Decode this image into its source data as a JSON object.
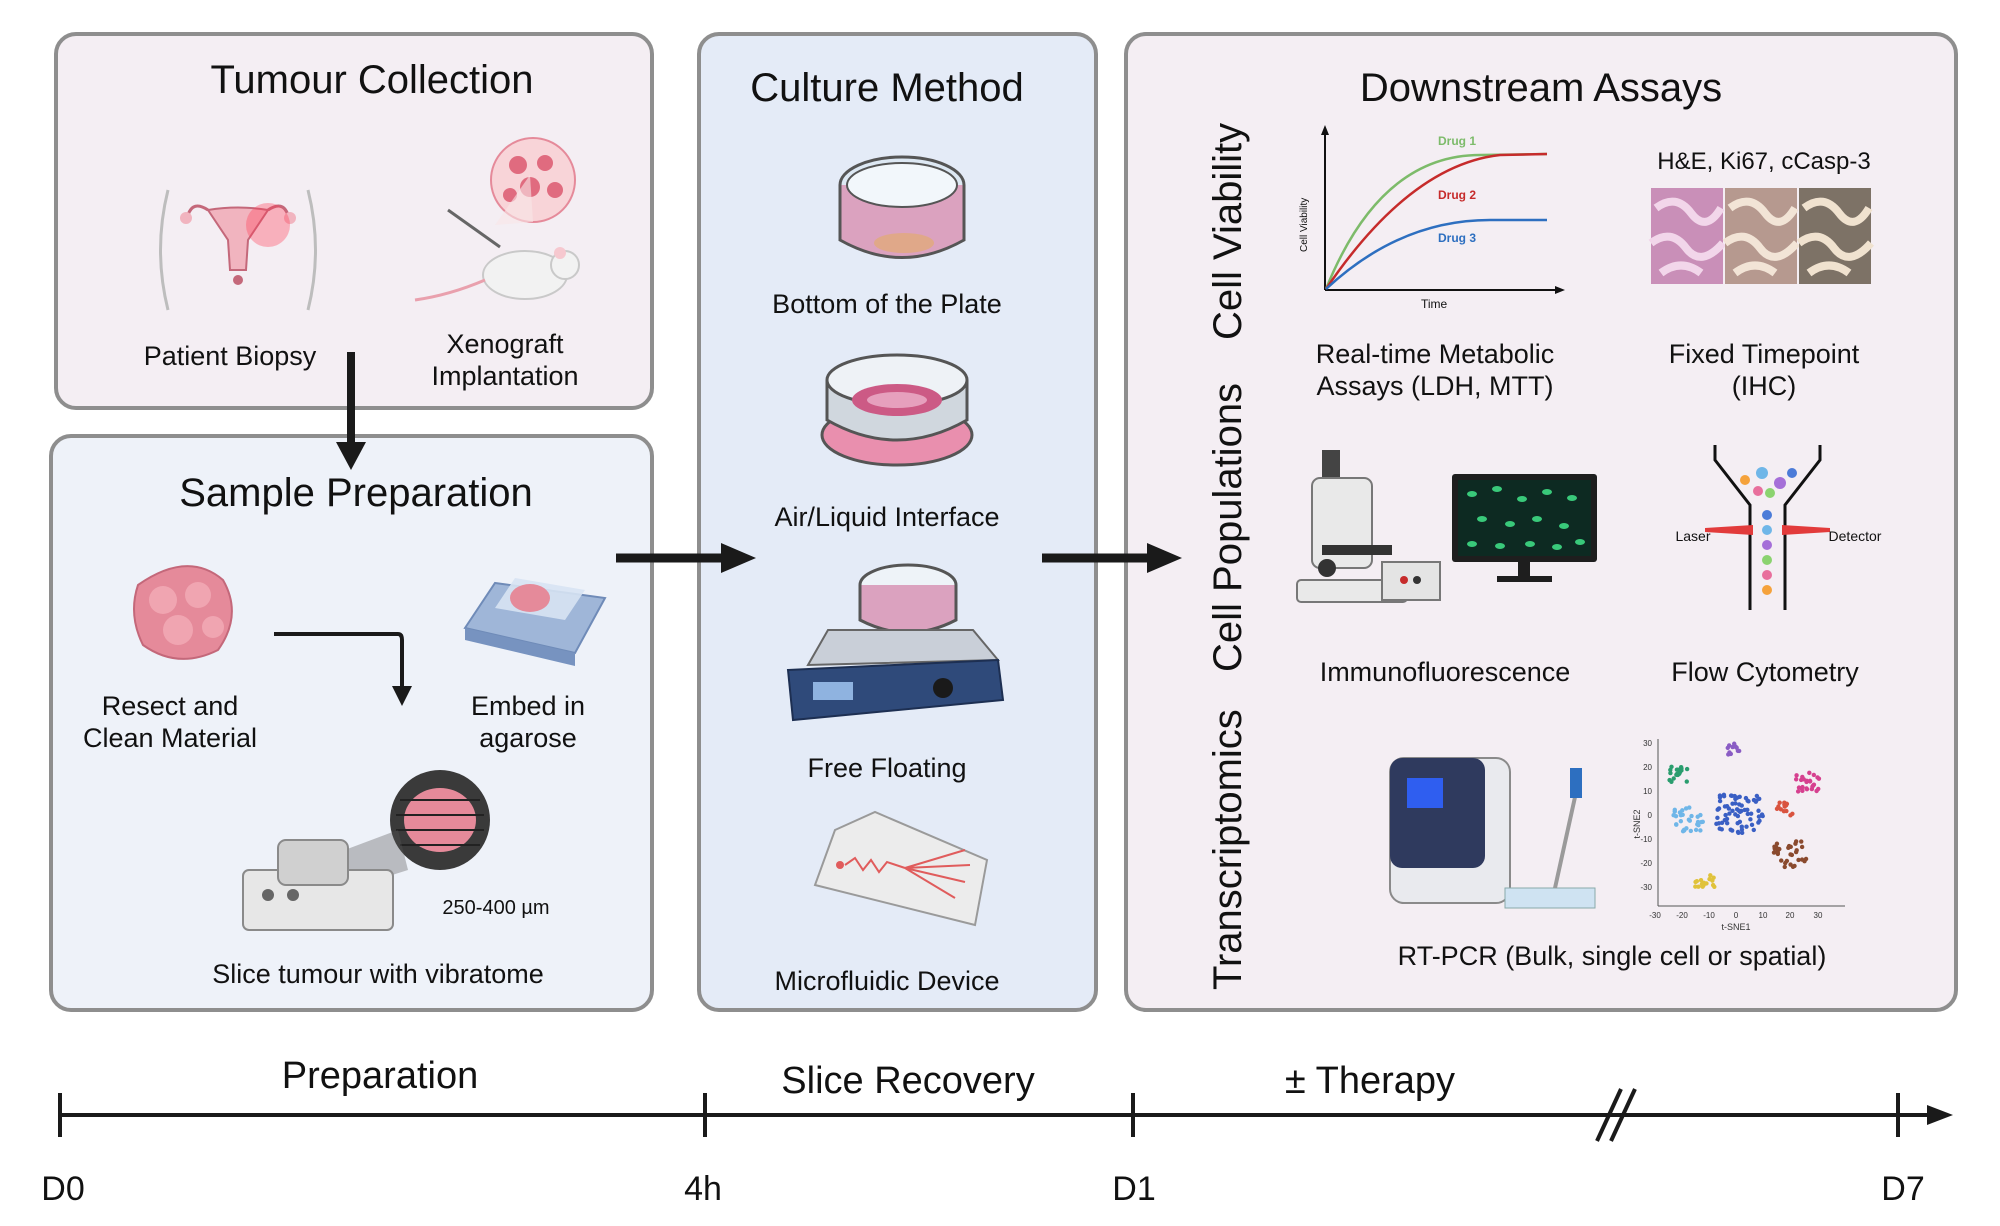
{
  "panels": {
    "tumour_collection": {
      "title": "Tumour Collection",
      "patient_biopsy": "Patient Biopsy",
      "xenograft": "Xenograft\nImplantation"
    },
    "sample_preparation": {
      "title": "Sample Preparation",
      "resect": "Resect and\nClean Material",
      "embed": "Embed in\nagarose",
      "slice_thickness": "250-400 µm",
      "slice": "Slice tumour with vibratome"
    },
    "culture_method": {
      "title": "Culture Method",
      "items": [
        "Bottom of the Plate",
        "Air/Liquid Interface",
        "Free Floating",
        "Microfluidic Device"
      ]
    },
    "downstream_assays": {
      "title": "Downstream Assays",
      "row_labels": [
        "Cell Viability",
        "Cell Populations",
        "Transcriptomics"
      ],
      "viability_chart": {
        "ylabel": "Cell Viability",
        "xlabel": "Time",
        "series": [
          {
            "name": "Drug 1",
            "color": "#7dbb6a"
          },
          {
            "name": "Drug 2",
            "color": "#c62b2b"
          },
          {
            "name": "Drug 3",
            "color": "#2d6fc0"
          }
        ]
      },
      "ihc_stains": "H&E, Ki67, cCasp-3",
      "metabolic": "Real-time Metabolic\nAssays (LDH, MTT)",
      "fixed": "Fixed Timepoint\n(IHC)",
      "immunofluorescence": "Immunofluorescence",
      "flow": "Flow Cytometry",
      "laser": "Laser",
      "detector": "Detector",
      "rtpcr": "RT-PCR (Bulk, single cell or spatial)",
      "tsne_xlabel": "t-SNE1",
      "tsne_ylabel": "t-SNE2",
      "tsne_ticks": [
        "-30",
        "-20",
        "-10",
        "0",
        "10",
        "20",
        "30"
      ]
    }
  },
  "timeline": {
    "phases": [
      "Preparation",
      "Slice Recovery",
      "± Therapy"
    ],
    "ticks": [
      "D0",
      "4h",
      "D1",
      "D7"
    ]
  },
  "colors": {
    "panel_border": "#8e8e8e",
    "tumour_pink": "#e58a9a",
    "arrow": "#1a1a1a"
  }
}
